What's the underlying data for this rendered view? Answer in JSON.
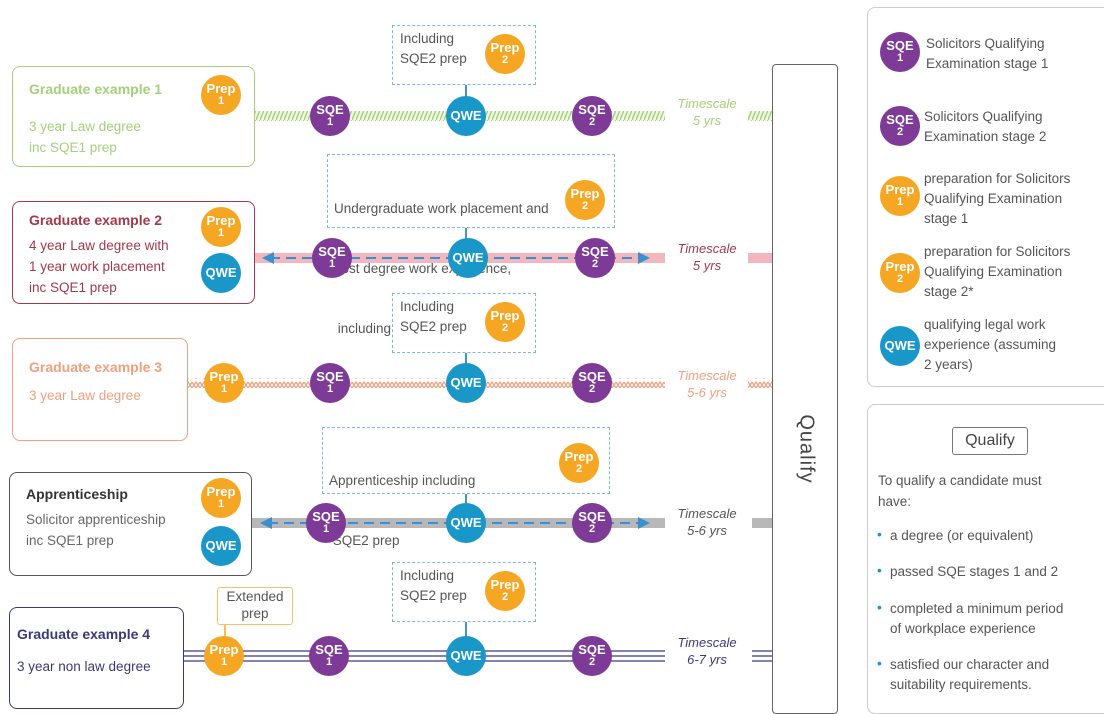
{
  "rows": [
    {
      "title": "Graduate example 1",
      "lines": [
        "3 year Law degree",
        "inc SQE1 prep"
      ],
      "timescale": [
        "Timescale",
        "5 yrs"
      ]
    },
    {
      "title": "Graduate example 2",
      "lines": [
        "4 year Law degree with",
        "1 year work placement",
        "inc SQE1 prep"
      ],
      "timescale": [
        "Timescale",
        "5 yrs"
      ]
    },
    {
      "title": "Graduate example 3",
      "lines": [
        "3 year Law degree"
      ],
      "timescale": [
        "Timescale",
        "5-6 yrs"
      ]
    },
    {
      "title": "Apprenticeship",
      "lines": [
        "Solicitor apprenticeship",
        "inc SQE1 prep"
      ],
      "timescale": [
        "Timescale",
        "5-6 yrs"
      ]
    },
    {
      "title": "Graduate example 4",
      "lines": [
        "3 year non law degree"
      ],
      "timescale": [
        "Timescale",
        "6-7 yrs"
      ]
    }
  ],
  "badges": {
    "sqe_top": "SQE",
    "one": "1",
    "two": "2",
    "prep_top": "Prep",
    "qwe": "QWE"
  },
  "callouts": {
    "c1": [
      "Including",
      "SQE2 prep"
    ],
    "c2": [
      "Undergraduate work placement and",
      "post degree work experience,",
      " including SQE 2 prep"
    ],
    "c3": [
      "Including",
      "SQE2 prep"
    ],
    "c4": [
      "Apprenticeship including",
      " SQE2 prep"
    ],
    "c5": [
      "Including",
      "SQE2 prep"
    ],
    "extended": [
      "Extended",
      "prep"
    ]
  },
  "qualify_bar": "Qualify",
  "legend": [
    [
      "Solicitors Qualifying",
      "Examination stage 1"
    ],
    [
      "Solicitors Qualifying",
      "Examination stage  2"
    ],
    [
      "preparation for Solicitors",
      "Qualifying Examination",
      "stage 1"
    ],
    [
      "preparation for Solicitors",
      "Qualifying Examination",
      "stage 2*"
    ],
    [
      "qualifying legal work",
      "experience (assuming",
      "2 years)"
    ]
  ],
  "qualify_panel": {
    "heading": "Qualify",
    "intro": [
      "To qualify a candidate must",
      "have:"
    ],
    "bullets": [
      [
        "a degree (or equivalent)"
      ],
      [
        "passed SQE stages 1 and 2"
      ],
      [
        "completed a minimum period",
        "of workplace experience"
      ],
      [
        "satisfied our character and",
        "suitability requirements."
      ]
    ]
  },
  "colors": {
    "green": "#a6cf7a",
    "red": "#a03a4a",
    "salmon": "#f0a080",
    "grey": "#555555",
    "navy": "#3a3a7a",
    "purple": "#7d3a97",
    "orange": "#f5a623",
    "blue": "#1a97c9",
    "dashed": "#4a90c8"
  }
}
